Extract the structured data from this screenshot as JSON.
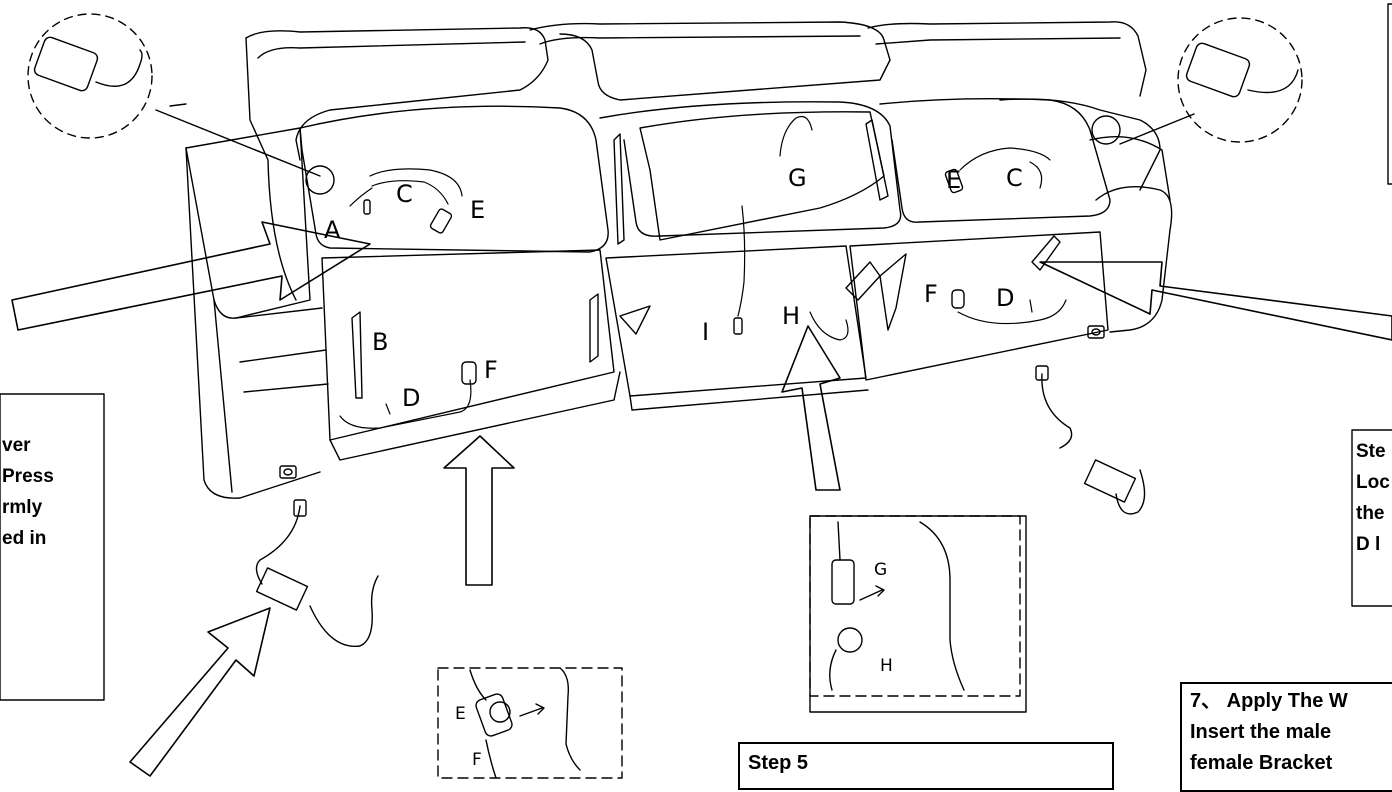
{
  "parts": {
    "A": "A",
    "B": "B",
    "C": "C",
    "D": "D",
    "E": "E",
    "F": "F",
    "G": "G",
    "H": "H",
    "I": "I"
  },
  "detail_left": {
    "E": "E",
    "F": "F"
  },
  "detail_mid": {
    "G": "G",
    "H": "H"
  },
  "left_note": {
    "lines": [
      "ver",
      "Press",
      "rmly",
      "ed in"
    ]
  },
  "right_note": {
    "lines": [
      "Ste",
      "Loc",
      "the",
      "D l"
    ]
  },
  "step5": {
    "title": "Step 5"
  },
  "step7": {
    "lines": [
      "7、 Apply The W",
      "Insert the male",
      "female Bracket"
    ]
  },
  "icons": [
    "remote-control-icon",
    "arrow-icon",
    "power-adapter-icon",
    "connector-icon"
  ]
}
